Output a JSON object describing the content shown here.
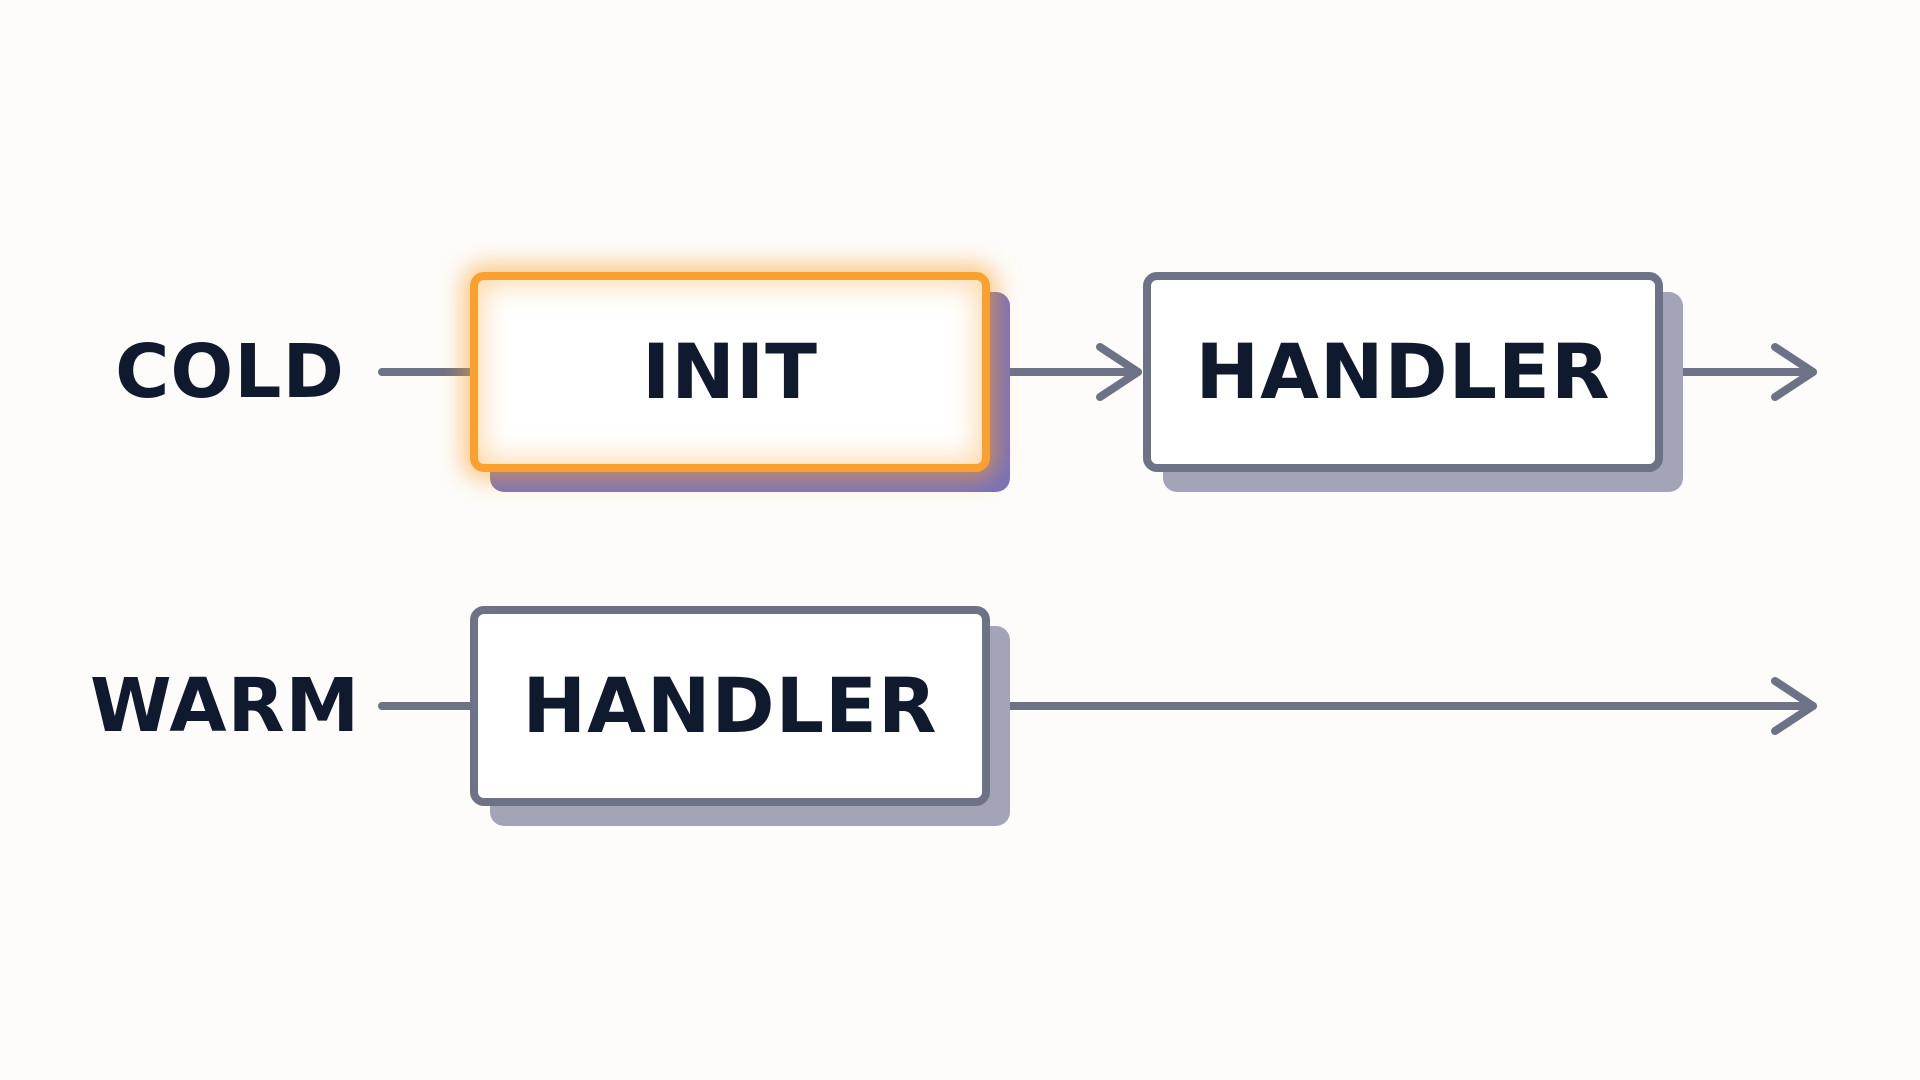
{
  "diagram": {
    "rows": [
      {
        "label": "COLD",
        "boxes": [
          {
            "label": "INIT",
            "highlighted": true
          },
          {
            "label": "HANDLER",
            "highlighted": false
          }
        ]
      },
      {
        "label": "WARM",
        "boxes": [
          {
            "label": "HANDLER",
            "highlighted": false
          }
        ]
      }
    ],
    "colors": {
      "background": "#fdfcfa",
      "text": "#101a2e",
      "line": "#6e7286",
      "box_shadow": "#a3a4b8",
      "highlight": "#f9a02f",
      "highlight_shadow": "#7a72b8"
    }
  }
}
